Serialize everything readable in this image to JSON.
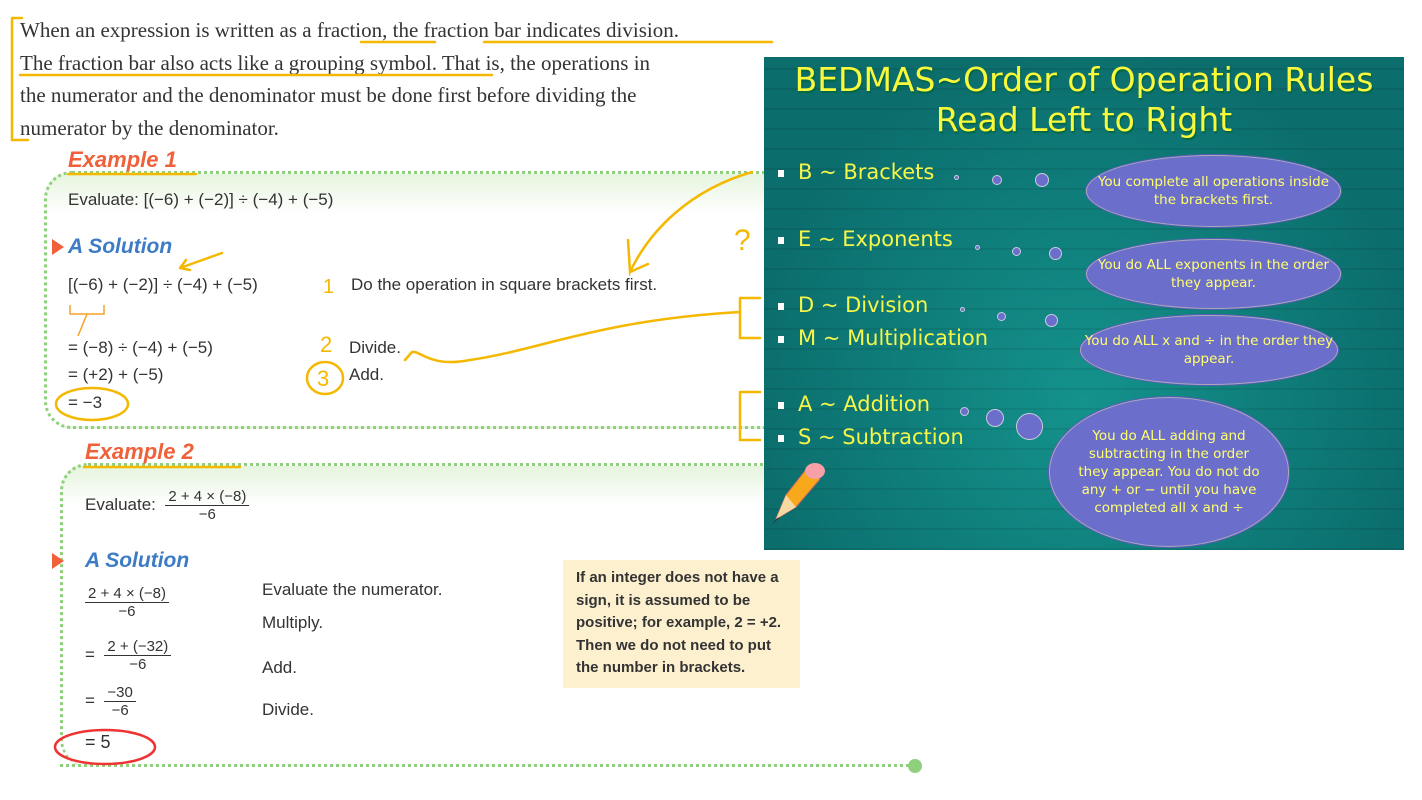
{
  "paragraph": {
    "lines": [
      "When an expression is written as a fraction, the fraction bar indicates division.",
      "The fraction bar also acts like a grouping symbol. That is, the operations in",
      "the numerator and the denominator must be done first before dividing the",
      "numerator by the denominator."
    ]
  },
  "example1": {
    "heading": "Example 1",
    "evaluate": "Evaluate: [(−6) + (−2)] ÷ (−4) + (−5)",
    "solution_heading": "A Solution",
    "steps": [
      {
        "expr": "[(−6) + (−2)] ÷ (−4) + (−5)",
        "note": "Do the operation in square brackets first."
      },
      {
        "expr": "= (−8) ÷ (−4) + (−5)",
        "note": "Divide."
      },
      {
        "expr": "= (+2) + (−5)",
        "note": "Add."
      },
      {
        "expr": "= −3",
        "note": ""
      }
    ]
  },
  "example2": {
    "heading": "Example 2",
    "evaluate_label": "Evaluate:",
    "evaluate_num": "2 + 4 × (−8)",
    "evaluate_den": "−6",
    "solution_heading": "A Solution",
    "steps": [
      {
        "prefix": "",
        "num": "2 + 4 × (−8)",
        "den": "−6"
      },
      {
        "prefix": "=",
        "num": "2 + (−32)",
        "den": "−6"
      },
      {
        "prefix": "=",
        "num": "−30",
        "den": "−6"
      }
    ],
    "final": "= 5",
    "notes": [
      "Evaluate the numerator.",
      "Multiply.",
      "Add.",
      "Divide."
    ]
  },
  "tip": {
    "lines": [
      "If an integer does not have a",
      "sign, it is assumed to be",
      "positive; for example, 2 = +2.",
      "Then we do not need to put",
      "the number in brackets."
    ]
  },
  "bedmas": {
    "title1": "BEDMAS~Order of Operation Rules",
    "title2": "Read Left to Right",
    "items": [
      "B ~ Brackets",
      "E ~ Exponents",
      "D ~ Division",
      "M ~ Multiplication",
      "A ~ Addition",
      "S ~ Subtraction"
    ],
    "clouds": [
      "You complete all operations inside the brackets first.",
      "You do ALL exponents in the order they appear.",
      "You do ALL x and ÷ in the order they appear.",
      "You do ALL adding and subtracting in the order they appear. You do not do any + or − until you have completed all x and ÷"
    ]
  },
  "annotations": {
    "n1": "1",
    "n2": "2",
    "n3": "3",
    "question": "?"
  },
  "colors": {
    "highlight": "#f5b800",
    "heading_orange": "#f0603a",
    "solution_blue": "#3d7cc4",
    "panel_teal": "#0e7a78",
    "cloud": "#6b6ecb"
  }
}
